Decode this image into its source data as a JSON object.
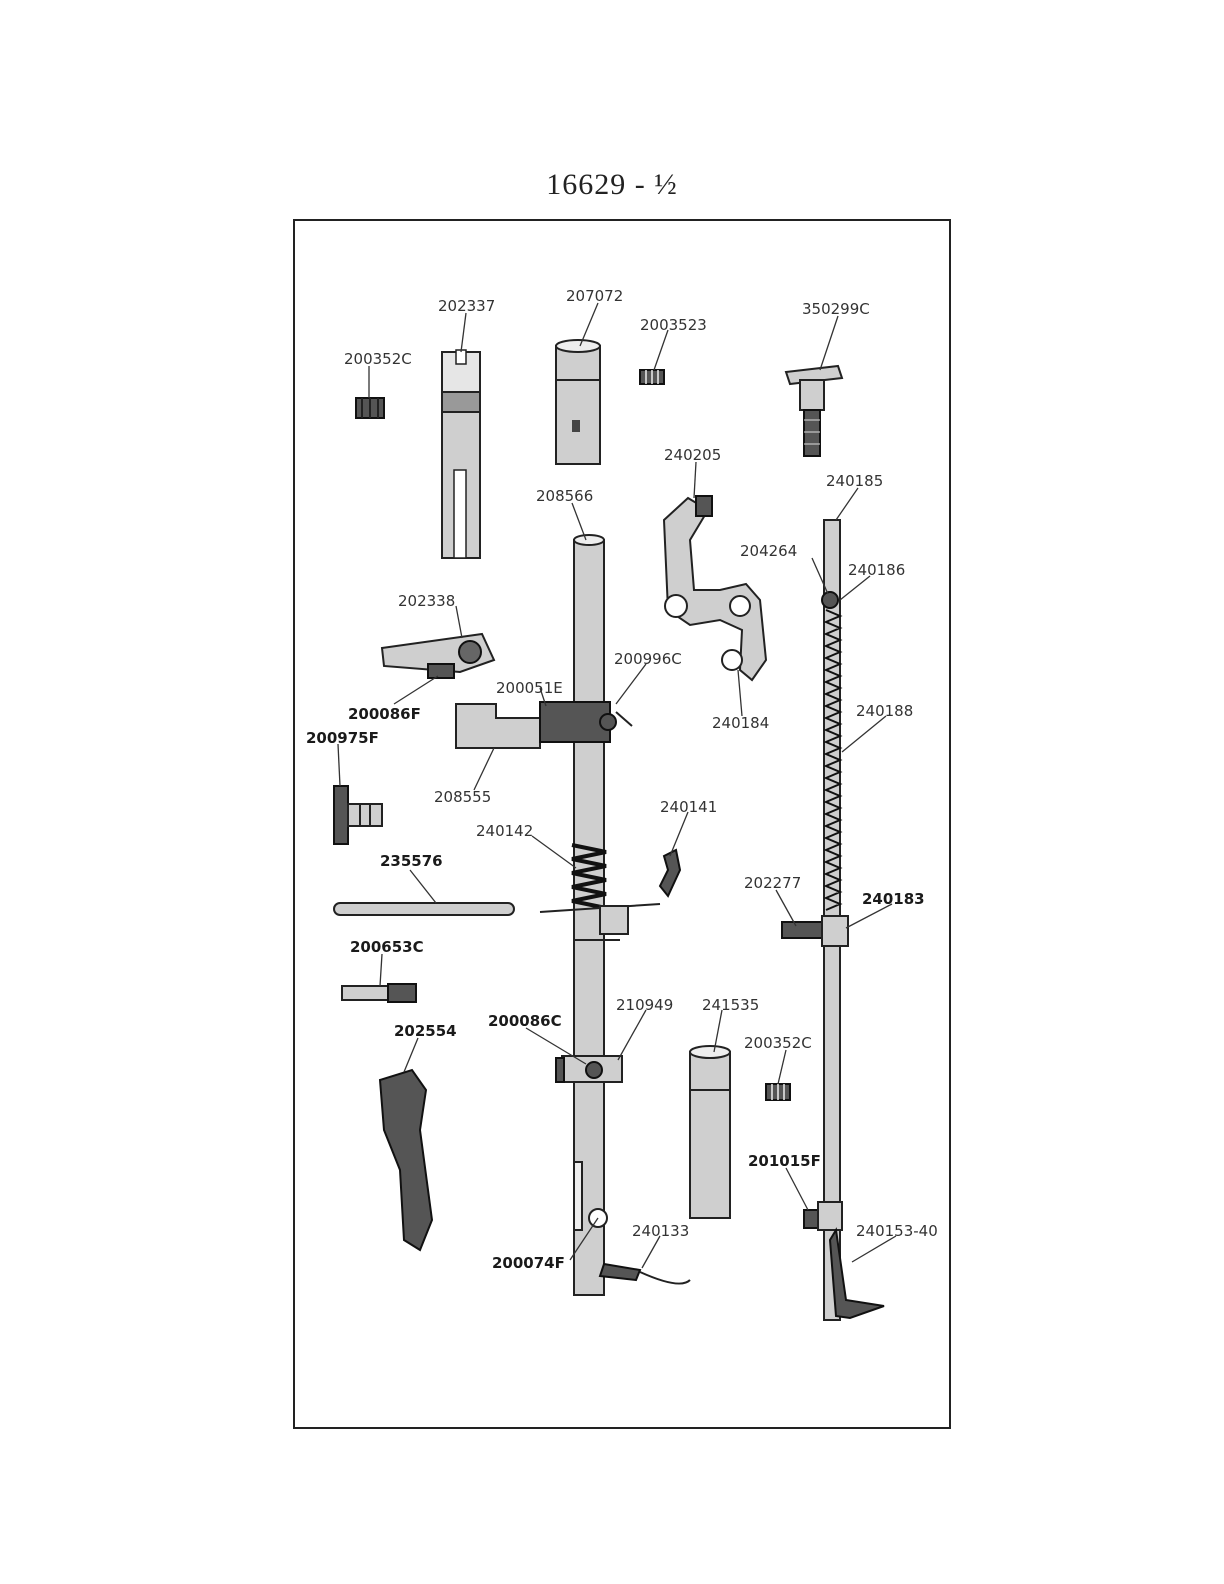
{
  "header": {
    "title": "16629 - ½"
  },
  "labels": {
    "p202337": "202337",
    "p207072": "207072",
    "p2003523": "2003523",
    "p350299C": "350299C",
    "p200352C_top": "200352C",
    "p240205": "240205",
    "p208566": "208566",
    "p240185": "240185",
    "p204264": "204264",
    "p240186": "240186",
    "p202338": "202338",
    "p200996C": "200996C",
    "p200051E": "200051E",
    "p200086F": "200086F",
    "p240184": "240184",
    "p240188": "240188",
    "p200975F": "200975F",
    "p208555": "208555",
    "p240141": "240141",
    "p240142": "240142",
    "p235576": "235576",
    "p202277": "202277",
    "p240183": "240183",
    "p200653C": "200653C",
    "p210949": "210949",
    "p241535": "241535",
    "p200086C": "200086C",
    "p202554": "202554",
    "p200352C_bottom": "200352C",
    "p201015F": "201015F",
    "p240133": "240133",
    "p240153_40": "240153-40",
    "p200074F": "200074F"
  }
}
